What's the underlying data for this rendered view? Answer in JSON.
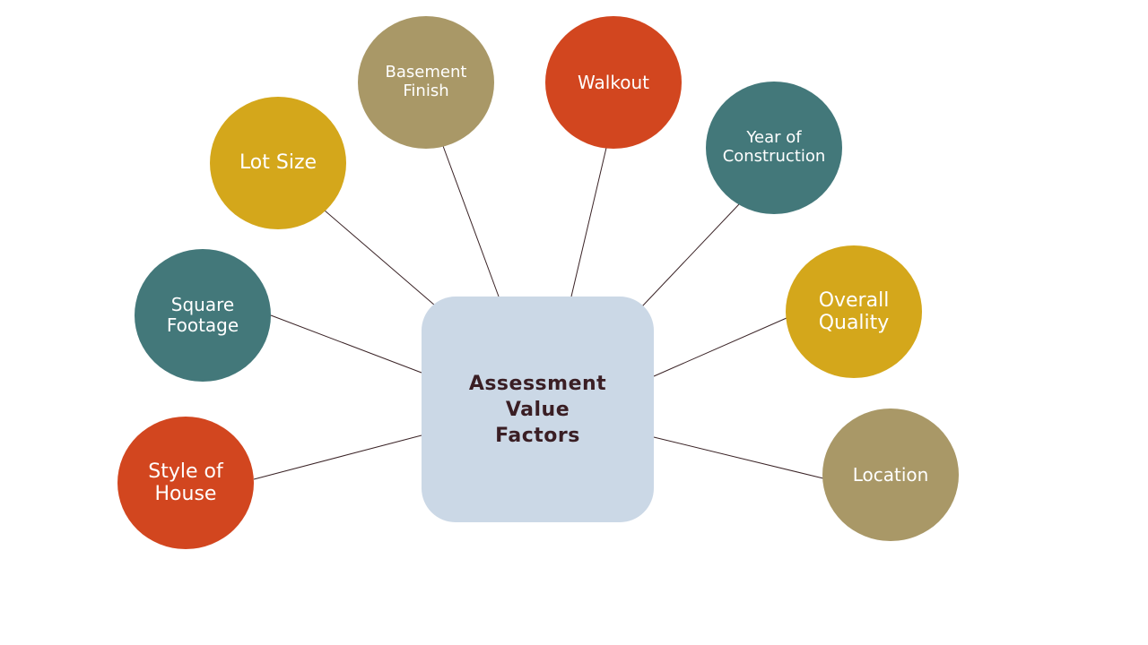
{
  "diagram": {
    "center": {
      "label": "Assessment\nValue\nFactors",
      "color": "#cbd8e6",
      "text_color": "#3a1e24"
    },
    "connector_color": "#3a2326",
    "nodes": [
      {
        "id": "style",
        "label": "Style of\nHouse",
        "color": "#d2461f"
      },
      {
        "id": "square",
        "label": "Square\nFootage",
        "color": "#43787a"
      },
      {
        "id": "lot",
        "label": "Lot Size",
        "color": "#d4a71b"
      },
      {
        "id": "basement",
        "label": "Basement\nFinish",
        "color": "#a99867"
      },
      {
        "id": "walkout",
        "label": "Walkout",
        "color": "#d2461f"
      },
      {
        "id": "year",
        "label": "Year of\nConstruction",
        "color": "#43787a"
      },
      {
        "id": "quality",
        "label": "Overall\nQuality",
        "color": "#d4a71b"
      },
      {
        "id": "location",
        "label": "Location",
        "color": "#a99867"
      }
    ]
  }
}
